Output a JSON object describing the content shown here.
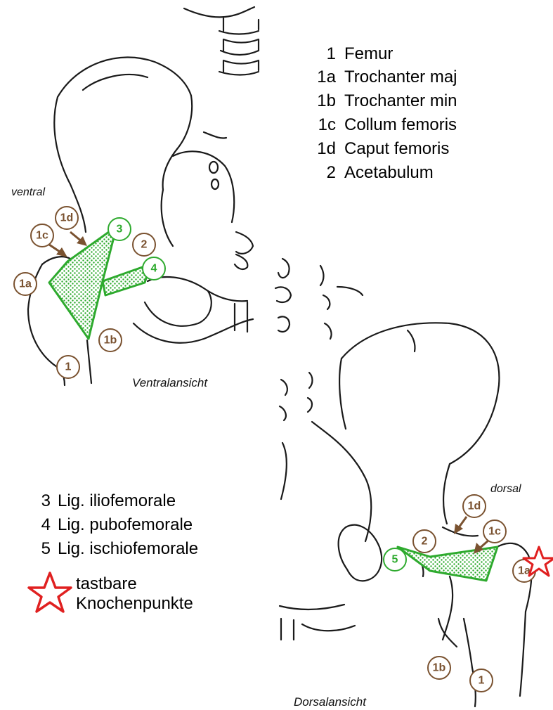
{
  "legend_top": [
    {
      "num": "1",
      "label": "Femur"
    },
    {
      "num": "1a",
      "label": "Trochanter maj"
    },
    {
      "num": "1b",
      "label": "Trochanter min"
    },
    {
      "num": "1c",
      "label": "Collum femoris"
    },
    {
      "num": "1d",
      "label": "Caput femoris"
    },
    {
      "num": "2",
      "label": "Acetabulum"
    }
  ],
  "legend_bottom": [
    {
      "num": "3",
      "label": "Lig. iliofemorale"
    },
    {
      "num": "4",
      "label": "Lig. pubofemorale"
    },
    {
      "num": "5",
      "label": "Lig. ischiofemorale"
    }
  ],
  "star_legend": {
    "line1": "tastbare",
    "line2": "Knochenpunkte"
  },
  "ventral_view": {
    "side_label": "ventral",
    "caption": "Ventralansicht",
    "markers": {
      "m1d": "1d",
      "m1c": "1c",
      "m1a": "1a",
      "m3": "3",
      "m2": "2",
      "m4": "4",
      "m1b": "1b",
      "m1": "1"
    }
  },
  "dorsal_view": {
    "side_label": "dorsal",
    "caption": "Dorsalansicht",
    "markers": {
      "m1d": "1d",
      "m1c": "1c",
      "m2": "2",
      "m5": "5",
      "m1a": "1a",
      "m1b": "1b",
      "m1": "1"
    }
  },
  "colors": {
    "ligament": "#2eaa2e",
    "marker": "#7a5230",
    "star": "#e02020"
  }
}
